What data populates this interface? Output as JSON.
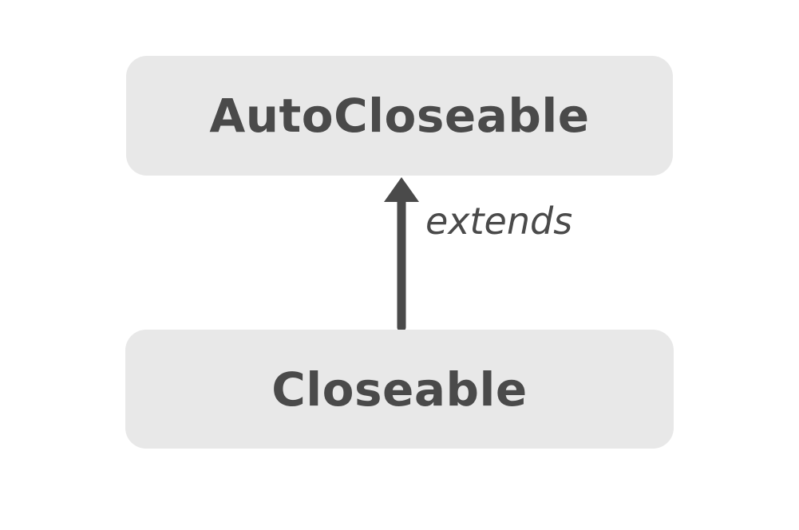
{
  "diagram": {
    "type": "class-hierarchy",
    "nodes": [
      {
        "id": "autocloseable",
        "label": "AutoCloseable"
      },
      {
        "id": "closeable",
        "label": "Closeable"
      }
    ],
    "edges": [
      {
        "from": "closeable",
        "to": "autocloseable",
        "label": "extends",
        "direction": "up"
      }
    ]
  },
  "colors": {
    "background": "#ffffff",
    "node_fill": "#e8e8e8",
    "text": "#4a4a4a",
    "arrow": "#4a4a4a"
  }
}
